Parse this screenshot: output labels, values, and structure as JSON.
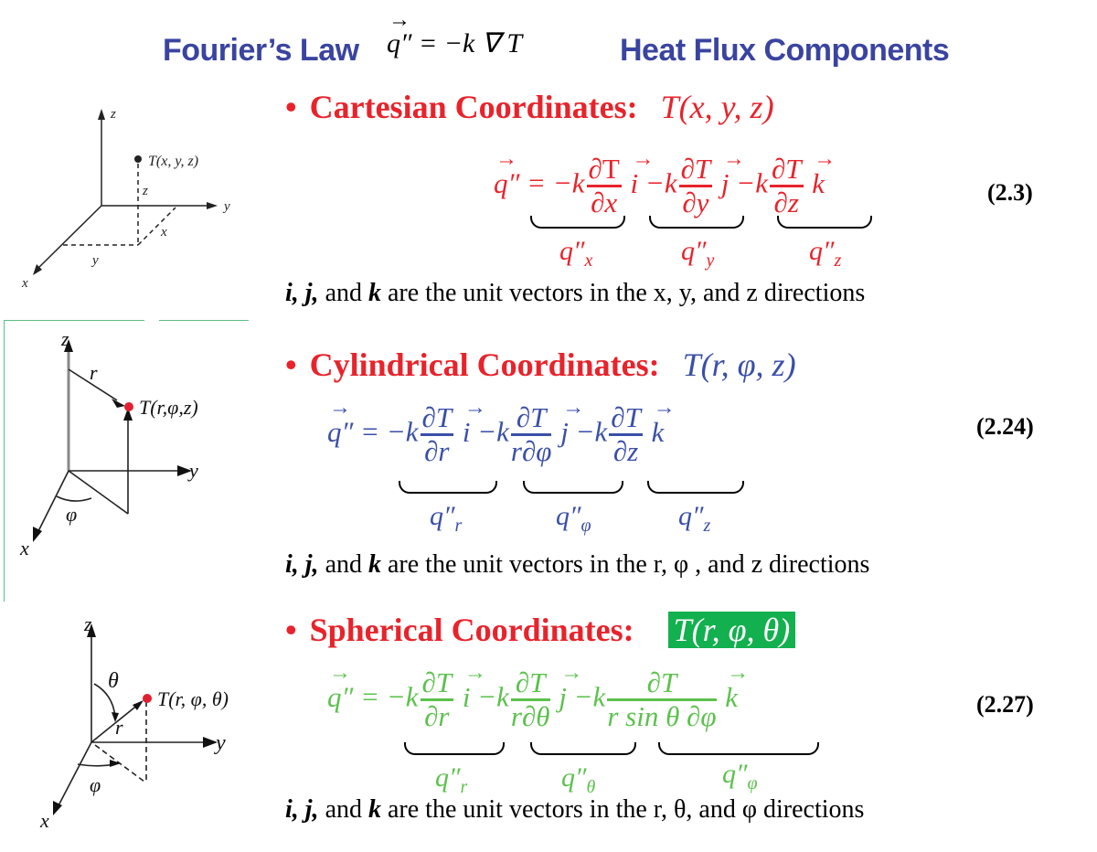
{
  "title": {
    "left": "Fourier’s Law",
    "equation": "q″ = −k ∇ T",
    "right": "Heat Flux Components",
    "color": "#3a44a0"
  },
  "sections": [
    {
      "id": "cartesian",
      "bullet": "•",
      "heading": "Cartesian Coordinates:",
      "function": "T(x, y, z)",
      "equation": {
        "lhs": "q″ = ",
        "terms": [
          {
            "prefix": "−k",
            "num": "∂T",
            "den": "∂x",
            "unit": "i"
          },
          {
            "prefix": "−k",
            "num": "∂T",
            "den": "∂y",
            "unit": "j"
          },
          {
            "prefix": "−k",
            "num": "∂T",
            "den": "∂z",
            "unit": "k"
          }
        ]
      },
      "components": [
        "q″",
        "q″",
        "q″"
      ],
      "component_subs": [
        "x",
        "y",
        "z"
      ],
      "eq_number": "(2.3)",
      "note_prefix": "i, j,",
      "note_mid": " and ",
      "note_k": "k",
      "note_rest": " are the unit vectors in the x, y, and z directions",
      "color": "#e8232b",
      "diagram": {
        "axes": [
          "x",
          "y",
          "z"
        ],
        "point_label": "T(x, y, z)",
        "dims": [
          "x",
          "y",
          "z"
        ]
      }
    },
    {
      "id": "cylindrical",
      "bullet": "•",
      "heading": "Cylindrical Coordinates:",
      "function": "T(r, φ, z)",
      "equation": {
        "lhs": "q″ = ",
        "terms": [
          {
            "prefix": "−k",
            "num": "∂T",
            "den": "∂r",
            "unit": "i"
          },
          {
            "prefix": "−k",
            "num": "∂T",
            "den": "r∂φ",
            "unit": "j"
          },
          {
            "prefix": "−k",
            "num": "∂T",
            "den": "∂z",
            "unit": "k"
          }
        ]
      },
      "components": [
        "q″",
        "q″",
        "q″"
      ],
      "component_subs": [
        "r",
        "φ",
        "z"
      ],
      "eq_number": "(2.24)",
      "note_prefix": "i, j,",
      "note_mid": " and ",
      "note_k": "k",
      "note_rest": " are the unit vectors in the r, φ , and z directions",
      "color": "#3a4fa8",
      "diagram": {
        "axes": [
          "x",
          "y",
          "z"
        ],
        "point_label": "T(r,φ,z)",
        "labels": [
          "r",
          "φ"
        ]
      }
    },
    {
      "id": "spherical",
      "bullet": "•",
      "heading": "Spherical Coordinates:",
      "function": "T(r, φ, θ)",
      "equation": {
        "lhs": "q″ = ",
        "terms": [
          {
            "prefix": "−k",
            "num": "∂T",
            "den": "∂r",
            "unit": "i"
          },
          {
            "prefix": "−k",
            "num": "∂T",
            "den": "r∂θ",
            "unit": "j"
          },
          {
            "prefix": "−k",
            "num": "∂T",
            "den": "r sin θ ∂φ",
            "unit": "k"
          }
        ]
      },
      "components": [
        "q″",
        "q″",
        "q″"
      ],
      "component_subs": [
        "r",
        "θ",
        "φ"
      ],
      "eq_number": "(2.27)",
      "note_prefix": "i, j,",
      "note_mid": " and ",
      "note_k": "k",
      "note_rest": " are the unit vectors in the r, θ, and φ directions",
      "color": "#5cc14d",
      "highlight_color": "#12b04e",
      "diagram": {
        "axes": [
          "x",
          "y",
          "z"
        ],
        "point_label": "T(r, φ, θ)",
        "labels": [
          "r",
          "θ",
          "φ"
        ]
      }
    }
  ]
}
